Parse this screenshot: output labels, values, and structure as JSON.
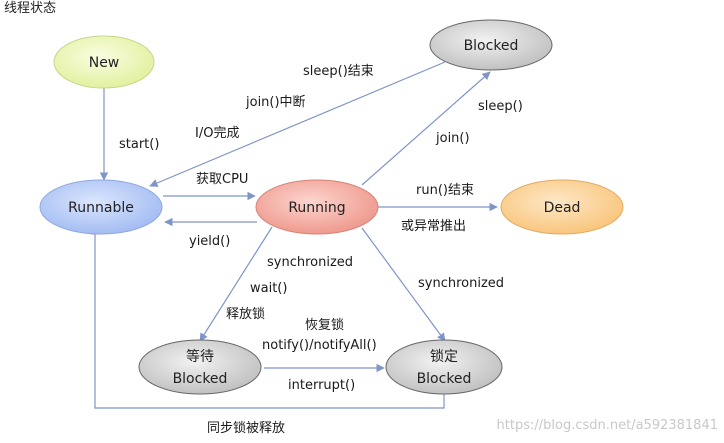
{
  "title": "线程状态",
  "watermark": "https://blog.csdn.net/a592381841",
  "nodes": {
    "new": "New",
    "runnable": "Runnable",
    "running": "Running",
    "dead": "Dead",
    "blocked_top": "Blocked",
    "wait_line1": "等待",
    "wait_line2": "Blocked",
    "lock_line1": "锁定",
    "lock_line2": "Blocked"
  },
  "edges": {
    "start": "start()",
    "get_cpu": "获取CPU",
    "yield": "yield()",
    "sleep_end": "sleep()结束",
    "join_interrupt": "join()中断",
    "io_done": "I/O完成",
    "sleep": "sleep()",
    "join": "join()",
    "run_end": "run()结束",
    "exception_exit": "或异常推出",
    "synchronized_left": "synchronized",
    "wait": "wait()",
    "release_lock": "释放锁",
    "synchronized_right": "synchronized",
    "restore_lock": "恢复锁",
    "notify": "notify()/notifyAll()",
    "interrupt": "interrupt()",
    "sync_released": "同步锁被释放"
  },
  "colors": {
    "new_fill": "#eef7b4",
    "runnable_fill": "#b9cdf7",
    "running_fill": "#f3aaa2",
    "dead_fill": "#fbd39b",
    "blocked_fill": "#d4d4d4",
    "arrow": "#7f95c8"
  }
}
